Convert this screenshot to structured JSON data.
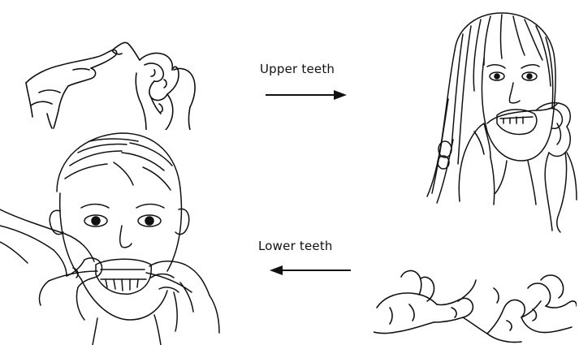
{
  "steps": {
    "upper": {
      "label": "Upper teeth",
      "direction": "right"
    },
    "lower": {
      "label": "Lower teeth",
      "direction": "left"
    }
  },
  "illustrations": [
    {
      "name": "hands-wrapping-floss-top"
    },
    {
      "name": "girl-flossing-upper-teeth"
    },
    {
      "name": "child-flossing-lower-teeth"
    },
    {
      "name": "hands-holding-floss-bottom"
    }
  ],
  "colors": {
    "ink": "#111111",
    "background": "#ffffff"
  }
}
